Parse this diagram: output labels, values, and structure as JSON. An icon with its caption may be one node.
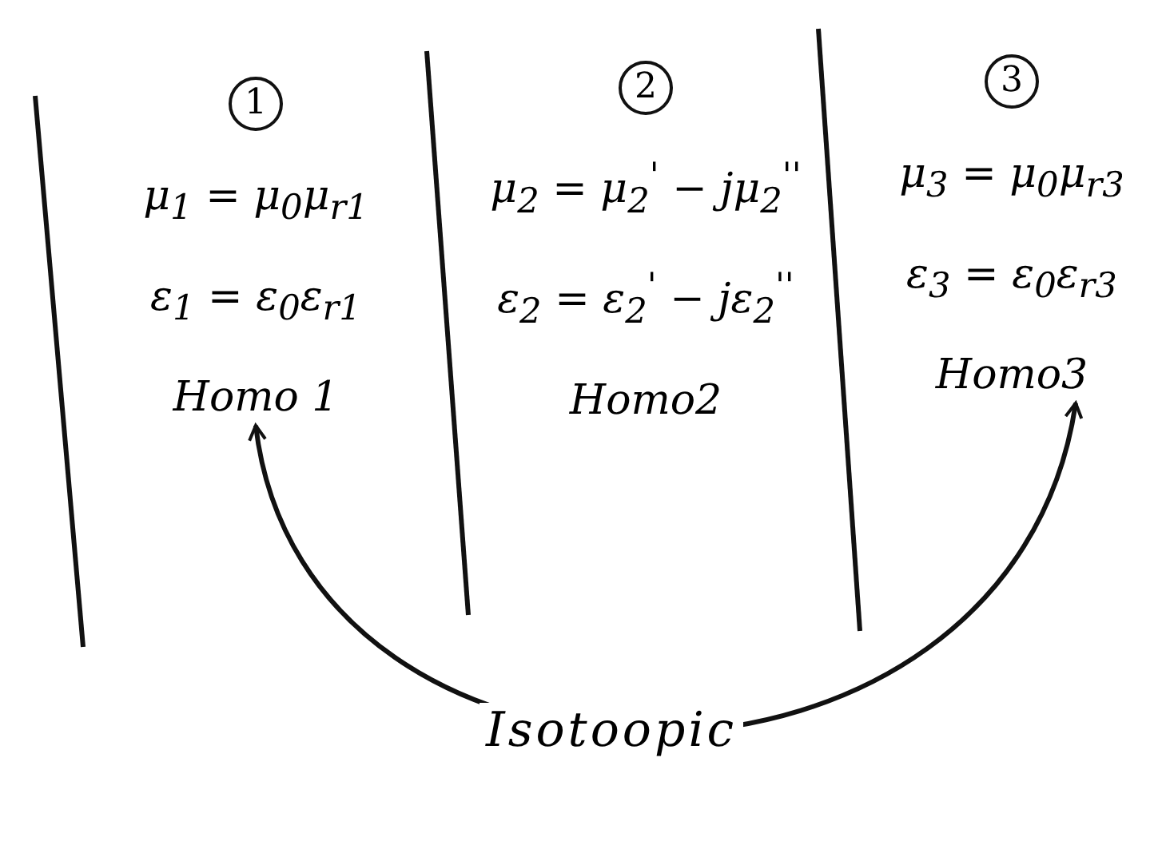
{
  "diagram": {
    "nodes": [
      {
        "text": [
          "1",
          "μ$_{1}$ = μ$_{0}$μ$_{r1}$",
          "ε$_{1}$ = ε$_{0}$ε$_{r1}$",
          "Homo 1"
        ]
      },
      {
        "text": [
          "2",
          "μ$_{2}$ = μ$_{2}$$^{'}$ − jμ$_{2}$$^{''}$",
          "ε$_{2}$ = ε$_{2}$$^{'}$ − jε$_{2}$$^{''}$",
          "Homo2"
        ]
      },
      {
        "text": [
          "3",
          "μ$_{3}$ = μ$_{0}$μ$_{r3}$",
          "ε$_{3}$ = ε$_{0}$ε$_{r3}$",
          "Homo3"
        ]
      }
    ],
    "edges": [
      {
        "from": 0,
        "to": 2,
        "arrow": "both",
        "label": "Isotoopic"
      }
    ]
  }
}
